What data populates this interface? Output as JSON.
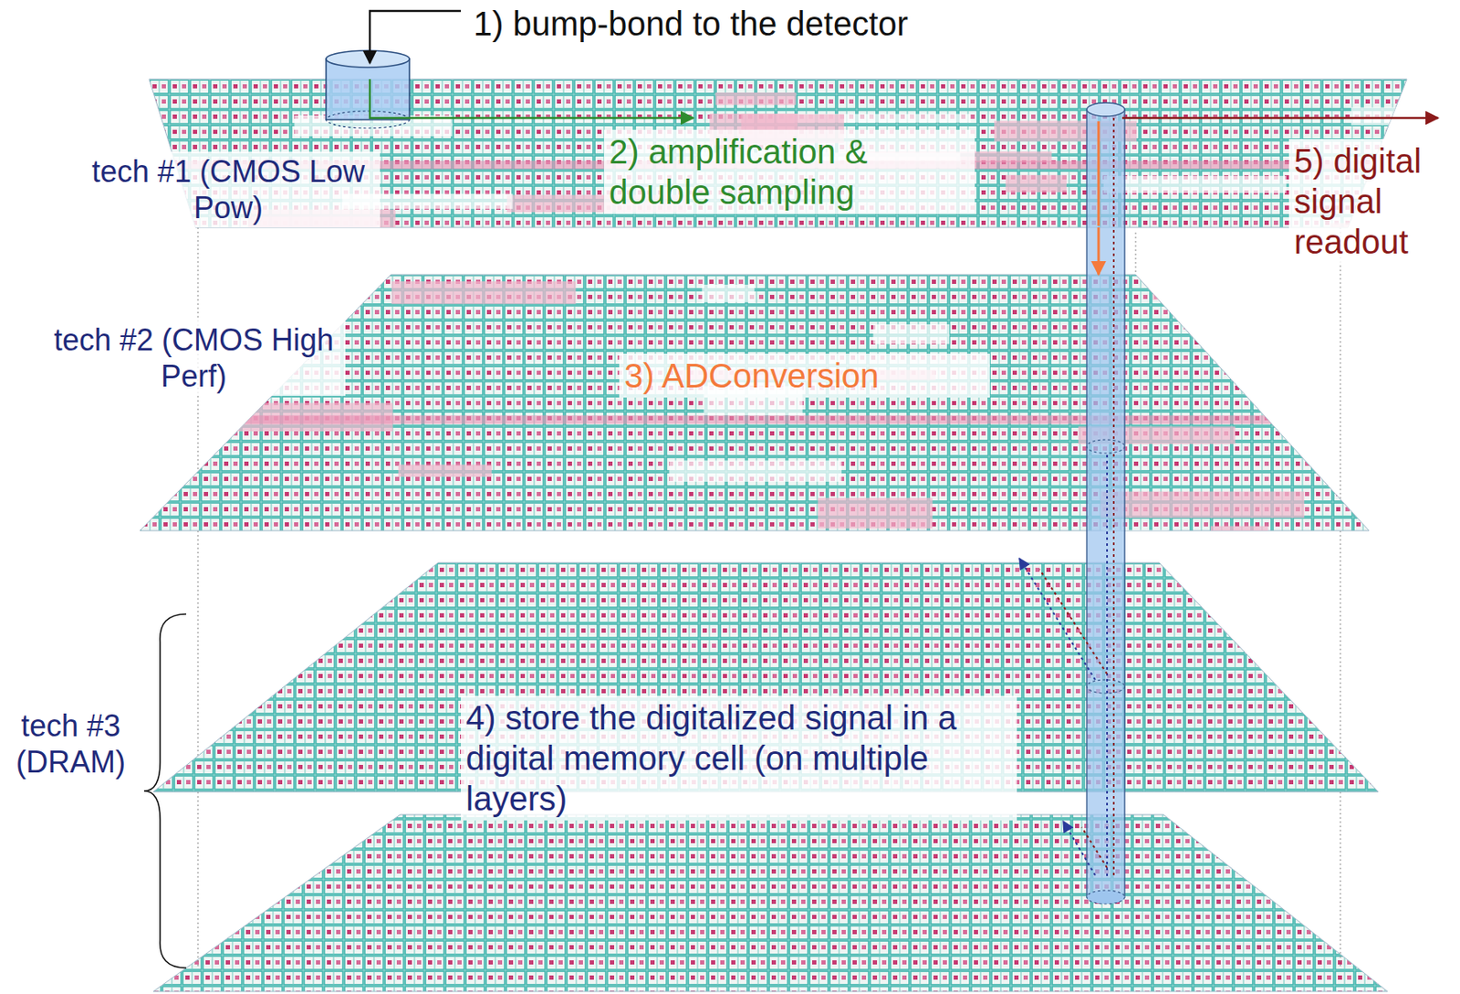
{
  "diagram": {
    "nodes": [
      {
        "text": [
          "tech #1 (CMOS Low Pow)",
          "2) amplification & double sampling"
        ]
      },
      {
        "text": [
          "tech #2 (CMOS High Perf)",
          "3) ADConversion"
        ]
      },
      {
        "text": [
          "4) store the digitalized signal in a digital memory cell (on multiple layers)"
        ]
      }
    ],
    "edges": [
      {
        "from": 0,
        "to": 1,
        "arrow": "to"
      }
    ],
    "labels": [
      "1) bump-bond to the detector",
      "5) digital signal readout",
      "tech #3 (DRAM)"
    ]
  }
}
